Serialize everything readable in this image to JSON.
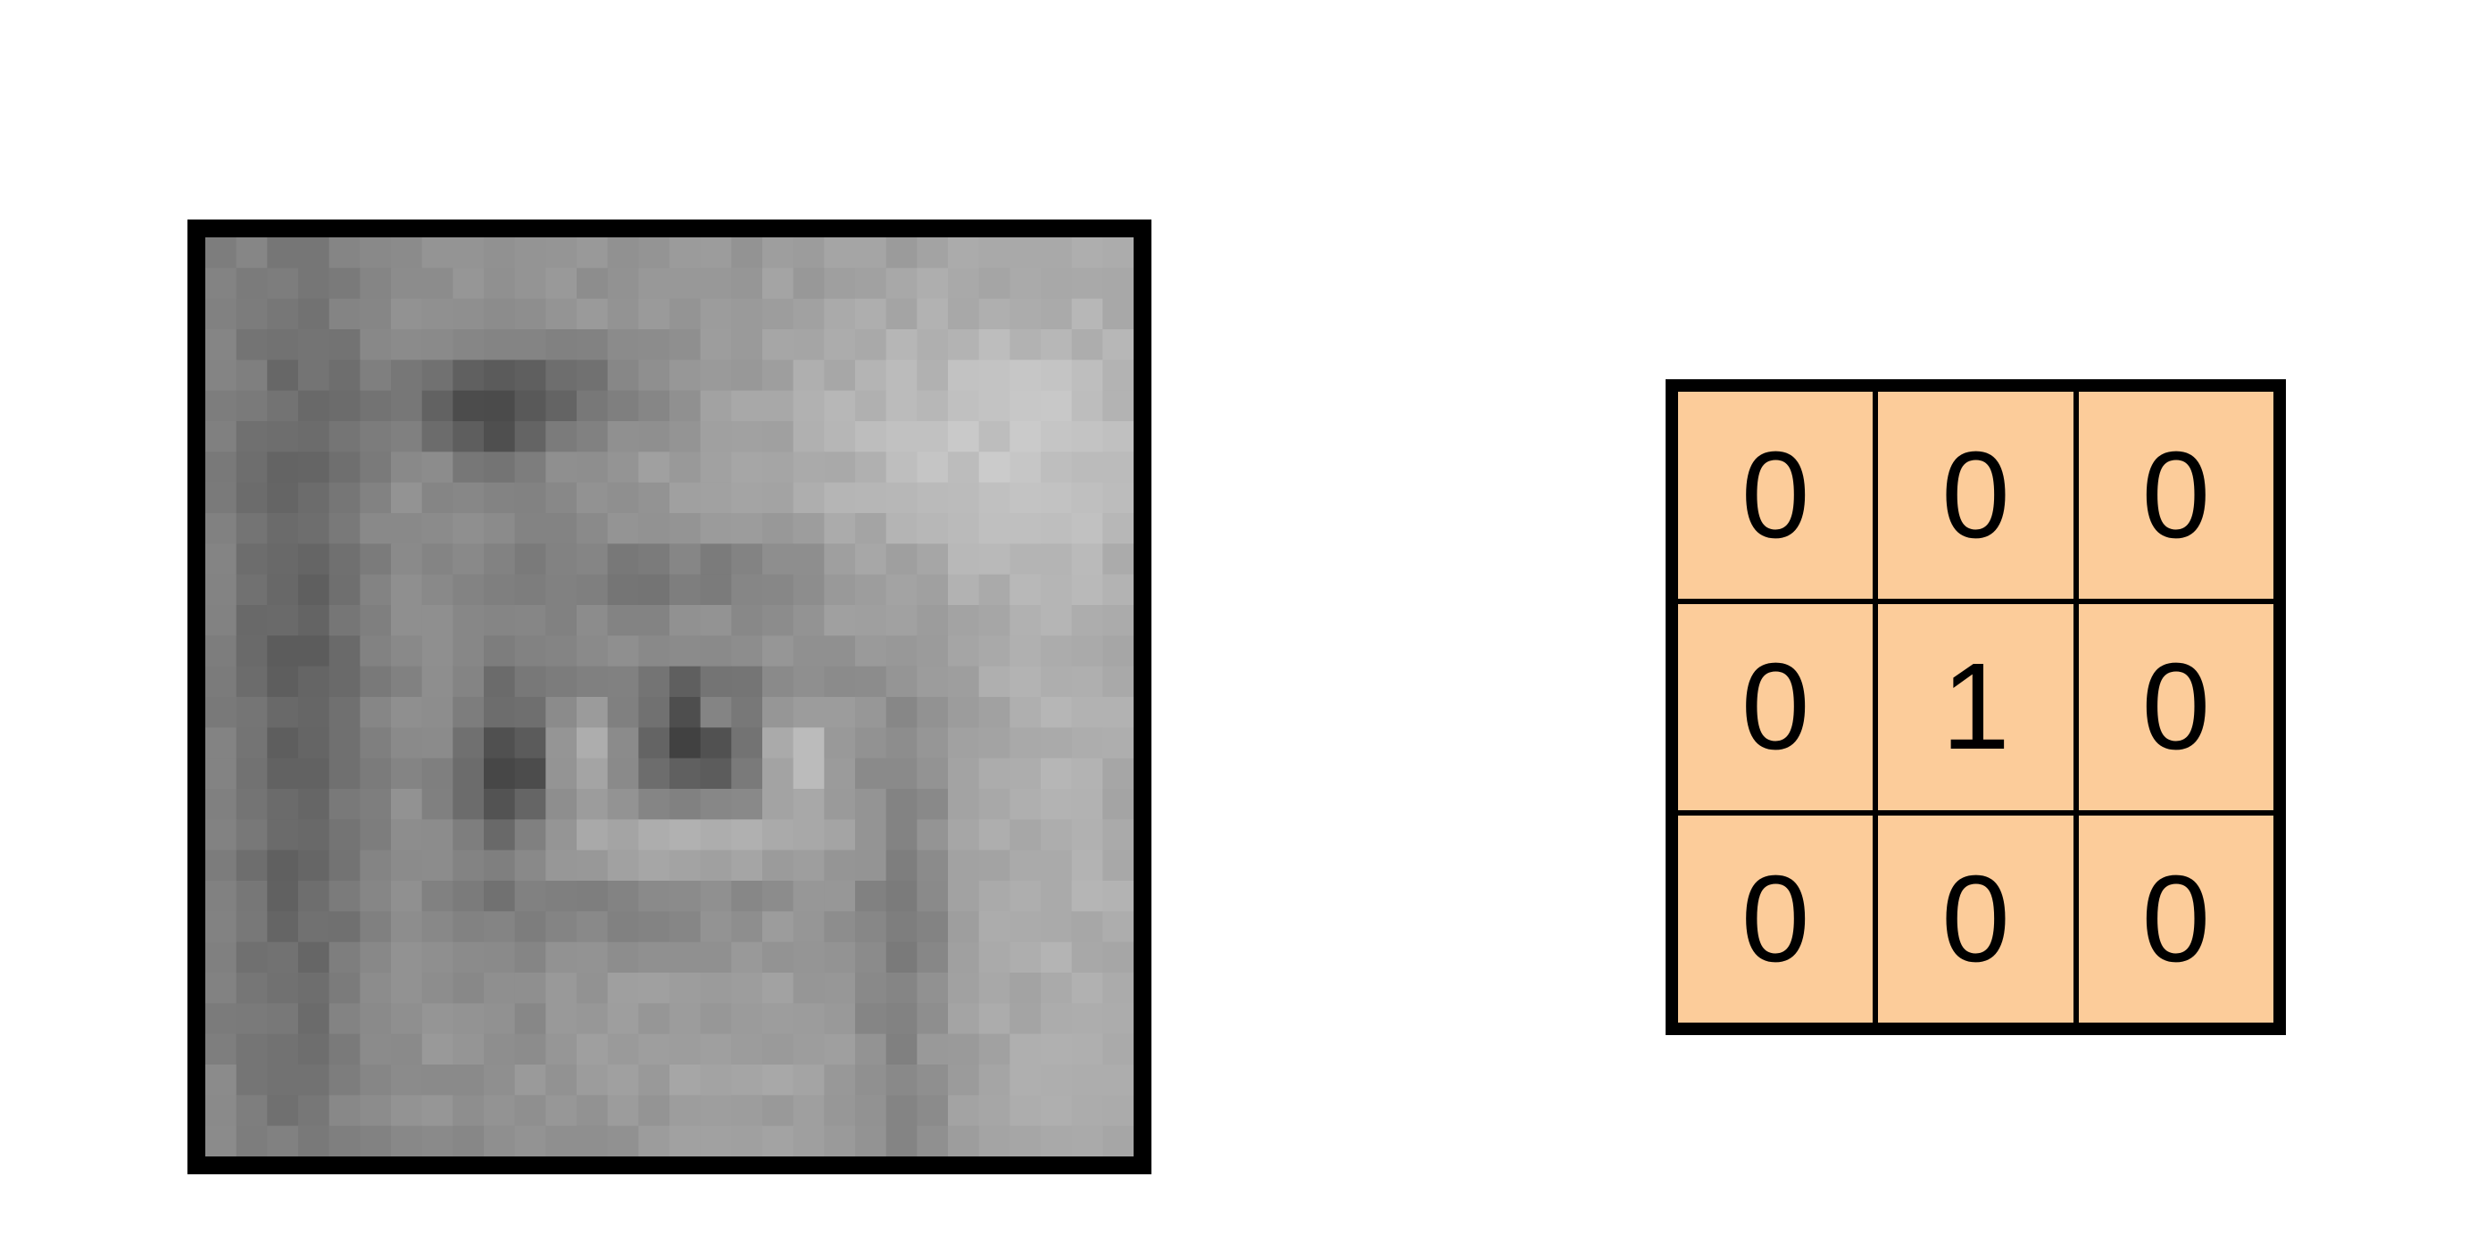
{
  "kernel": {
    "cell_color": "#fccc9a",
    "border_color": "#000000",
    "rows": [
      [
        "0",
        "0",
        "0"
      ],
      [
        "0",
        "1",
        "0"
      ],
      [
        "0",
        "0",
        "0"
      ]
    ]
  },
  "image": {
    "description_icon": "pixelated-eye-image",
    "border_color": "#000000"
  }
}
